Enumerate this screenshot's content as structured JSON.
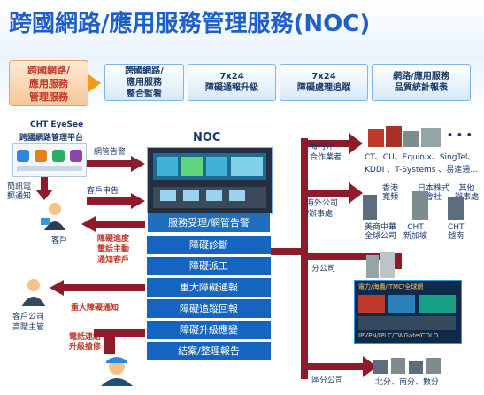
{
  "title": "跨國網路/應用服務管理服務(NOC)",
  "category": "跨國網路/\n應用服務\n管理服務",
  "top_boxes": [
    "跨國網路/\n應用服務\n整合監看",
    "7x24\n障礙通報升級",
    "7x24\n障礙處理追蹤",
    "網路/應用服務\n品質統計報表"
  ],
  "left": {
    "eyesee_title": "CHT EyeSee",
    "eyesee_subtitle": "跨國網路管理平台",
    "sms_label": "簡訊電\n郵通知",
    "customer": "客戶",
    "customer_manager": "客戶公司\n高階主管",
    "network_alarm": "網管告警",
    "customer_report": "客戶申告",
    "progress_note": "障礙進度\n電話主動\n通知客戶",
    "major_notice": "重大障礙通知",
    "phone_escalation": "電話連絡\n升級搶修"
  },
  "noc": {
    "label": "NOC",
    "steps": [
      "服務受理/網管告警",
      "障礙診斷",
      "障礙派工",
      "重大障礙通報",
      "障礙追蹤回報",
      "障礙升級應變",
      "結案/整理報告"
    ]
  },
  "right": {
    "overseas_partner": "海內外\n合作業者",
    "partners_line1": "CT、CU、Equinix、SingTel、",
    "partners_line2": "KDDI 、T-Systems 、易達通…",
    "overseas_branch": "海外公司\n/辦事處",
    "hk": "香港\n寬頻",
    "jp": "日本株式\n會社",
    "other": "其他\n辦事處",
    "meiguo": "美商中華\n全球公司",
    "sg": "CHT\n新加坡",
    "vn": "CHT\n越南",
    "branch": "分公司",
    "noc_label1": "電力/海纜/ITMC/全球網",
    "noc_label2": "IPVPN/IPLC/TWGate/COLO",
    "region_branch": "區分公司",
    "regions": "北分、南分、數分",
    "ellipsis": "• • •"
  }
}
